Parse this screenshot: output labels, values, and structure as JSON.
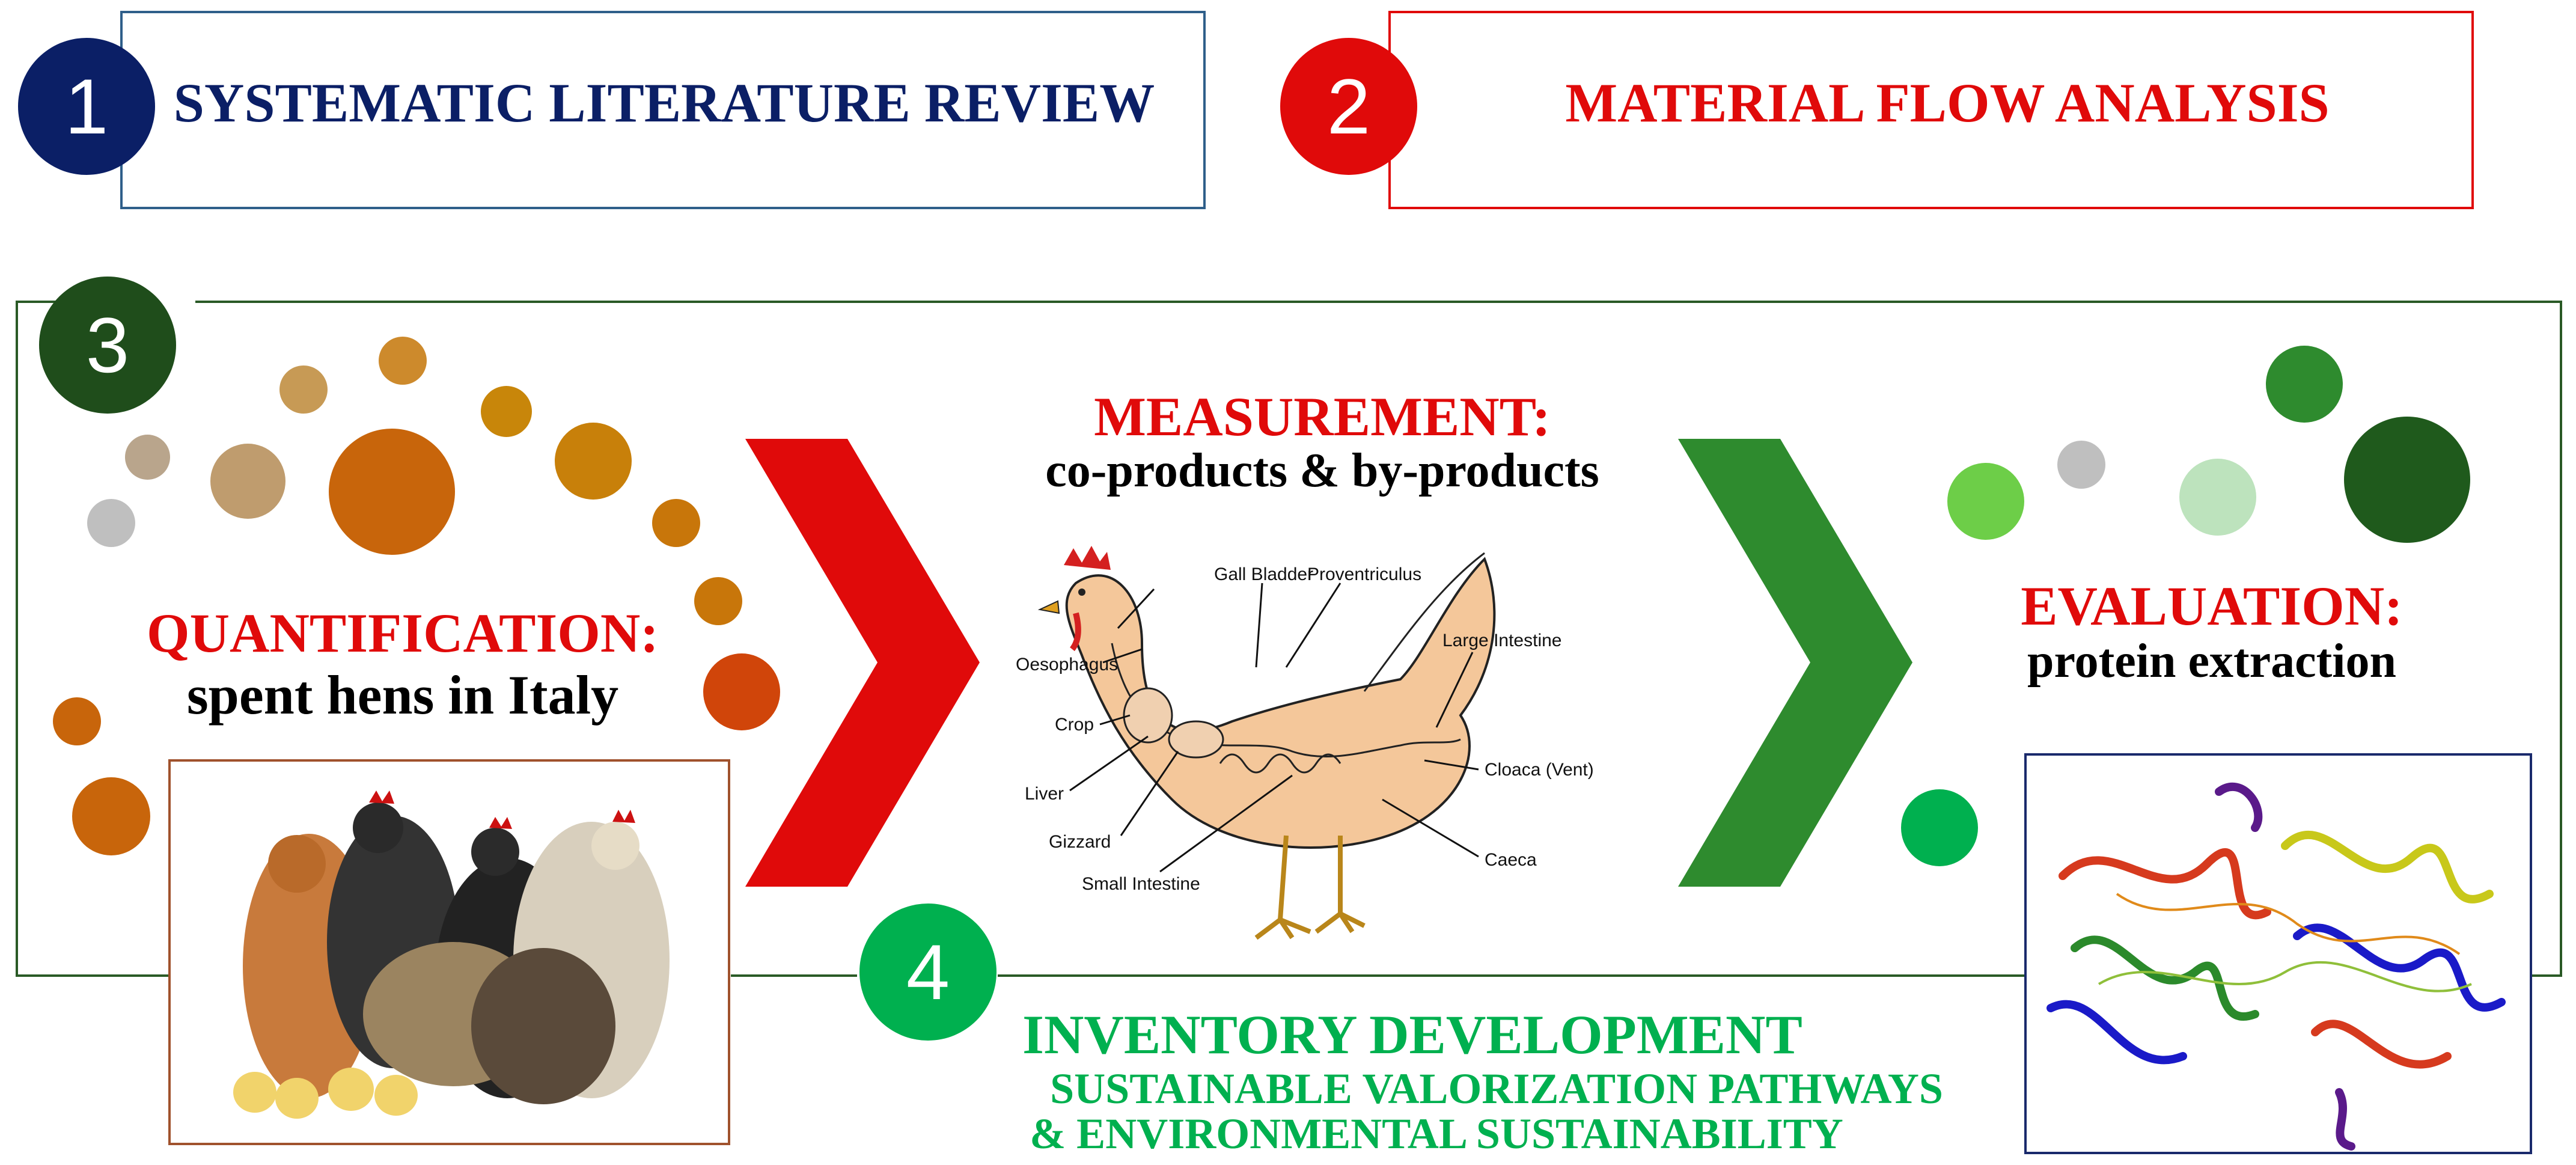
{
  "steps": {
    "one": {
      "number": "1",
      "title": "SYSTEMATIC LITERATURE REVIEW",
      "color": "#0b1f66"
    },
    "two": {
      "number": "2",
      "title": "MATERIAL FLOW ANALYSIS",
      "color": "#e00a0a"
    },
    "three": {
      "number": "3",
      "color": "#1f4d1b"
    },
    "four": {
      "number": "4",
      "title": "INVENTORY DEVELOPMENT",
      "line1": "SUSTAINABLE VALORIZATION PATHWAYS",
      "line2": "& ENVIRONMENTAL SUSTAINABILITY",
      "color": "#00b04f"
    }
  },
  "quantification": {
    "heading": "QUANTIFICATION:",
    "subtitle": "spent hens in Italy"
  },
  "measurement": {
    "heading": "MEASUREMENT:",
    "subtitle": "co-products & by-products"
  },
  "evaluation": {
    "heading": "EVALUATION:",
    "subtitle": "protein extraction"
  },
  "anatomy_labels": {
    "gall_bladder": "Gall Bladder",
    "proventriculus": "Proventriculus",
    "oesophagus": "Oesophagus",
    "large_intestine": "Large Intestine",
    "crop": "Crop",
    "cloaca": "Cloaca (Vent)",
    "liver": "Liver",
    "gizzard": "Gizzard",
    "caeca": "Caeca",
    "small_intestine": "Small Intestine"
  },
  "colors": {
    "red": "#e00a0a",
    "navy": "#0b1f66",
    "dark_green": "#1f4d1b",
    "green": "#00b04f",
    "chevron_green": "#2e8b2e"
  }
}
